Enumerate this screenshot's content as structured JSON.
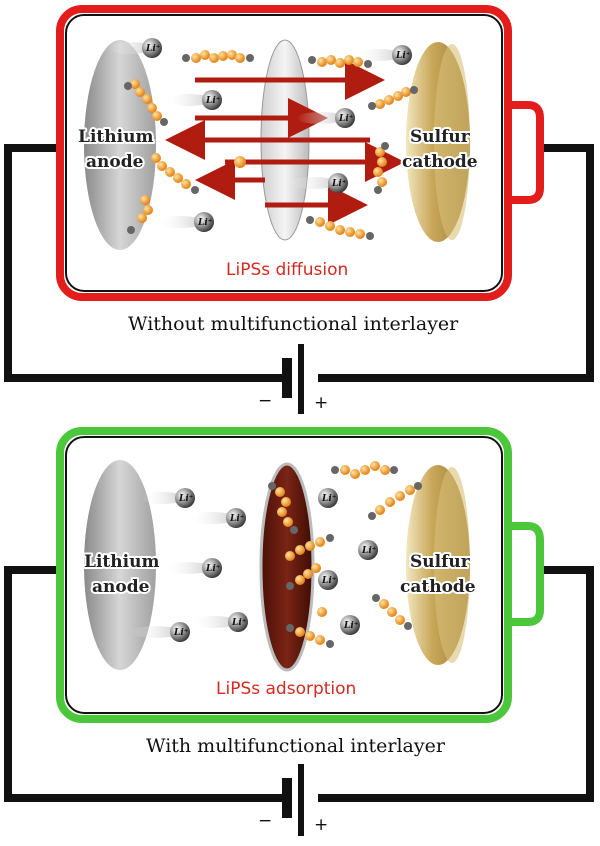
{
  "top_cell": {
    "anode_label": [
      "Lithium",
      "anode"
    ],
    "cathode_label": [
      "Sulfur",
      "cathode"
    ],
    "mechanism_label": "LiPSs diffusion",
    "caption": "Without multifunctional interlayer",
    "border_color": "#e31c1c",
    "ion_label": "Li⁺",
    "minus": "−",
    "plus": "+"
  },
  "bottom_cell": {
    "anode_label": [
      "Lithium",
      "anode"
    ],
    "cathode_label": [
      "Sulfur",
      "cathode"
    ],
    "mechanism_label": "LiPSs adsorption",
    "caption": "With multifunctional interlayer",
    "border_color": "#4cc63a",
    "ion_label": "Li⁺",
    "minus": "−",
    "plus": "+"
  },
  "colors": {
    "arrow": "#b01d10",
    "polysulfide": "#f39b1f",
    "interlayer": "#6b1a0e",
    "sulfur_cathode": "#c9a85a",
    "lithium_anode": "#b8b8b8"
  }
}
